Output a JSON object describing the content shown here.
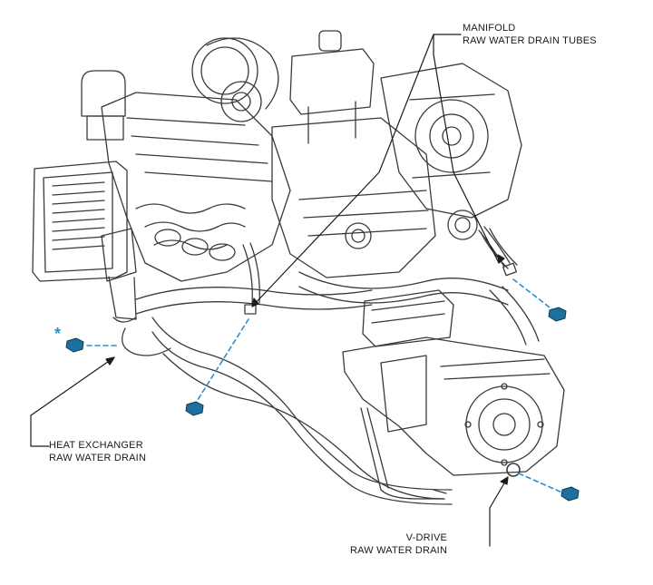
{
  "callouts": {
    "manifold": {
      "line1": "MANIFOLD",
      "line2": "RAW WATER DRAIN TUBES"
    },
    "heat_exchanger": {
      "line1": "HEAT EXCHANGER",
      "line2": "RAW WATER DRAIN"
    },
    "vdrive": {
      "line1": "V-DRIVE",
      "line2": "RAW WATER DRAIN"
    }
  },
  "marker": {
    "asterisk": "*"
  },
  "colors": {
    "line_art": "#3a3a3a",
    "drain_plug": "#1f6f9e",
    "dashed_leader": "#2b8fd0",
    "callout_line": "#1a1a1a",
    "asterisk": "#2b8fd0"
  },
  "icons": [
    "drain-plug-icon",
    "engine-illustration"
  ]
}
